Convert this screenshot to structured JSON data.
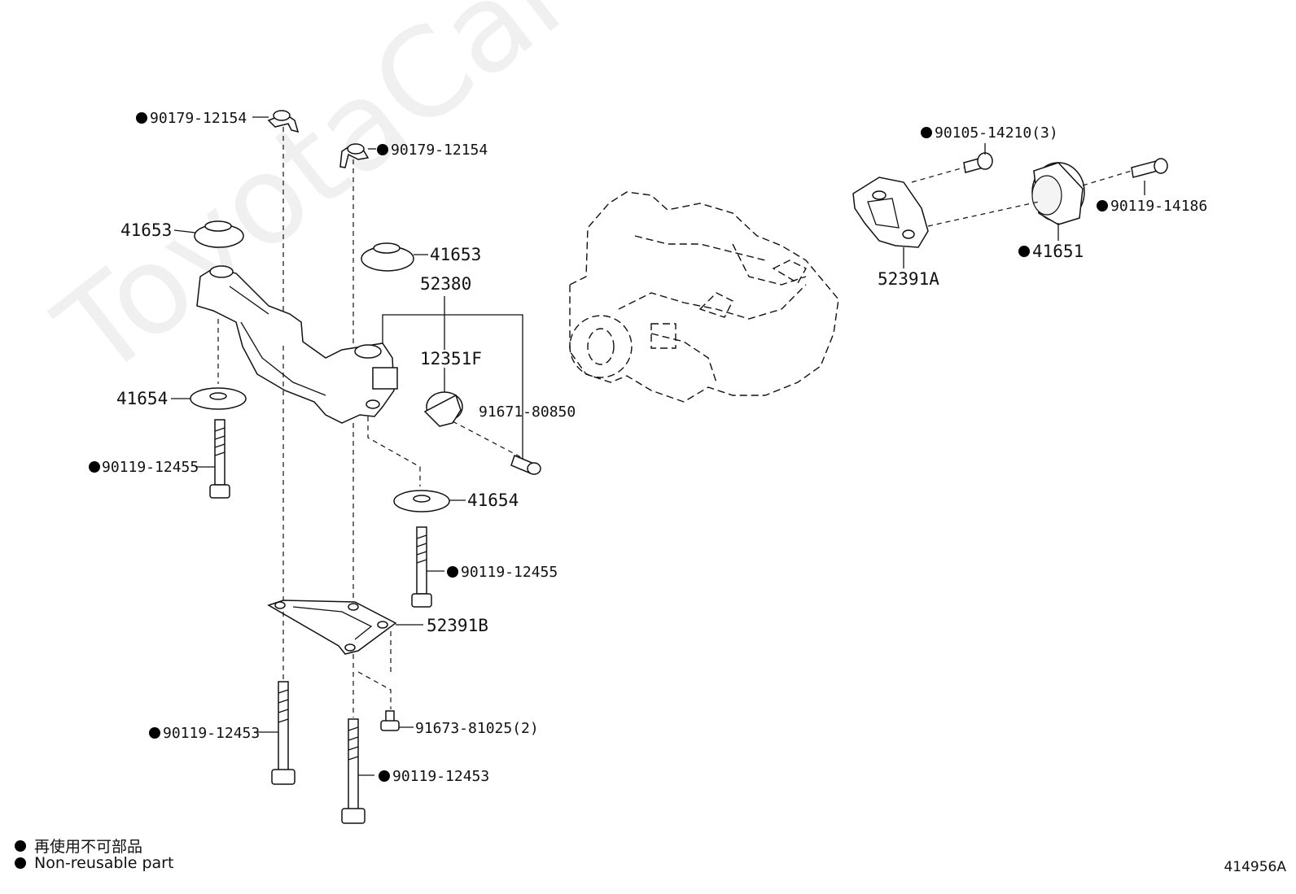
{
  "watermark": "ToyotaCarMirror.ru",
  "diagram_id": "414956A",
  "legend": {
    "line1": "再使用不可部品",
    "line2": "Non-reusable part"
  },
  "labels": {
    "p_90179_a": "90179-12154",
    "p_90179_b": "90179-12154",
    "p_41653_a": "41653",
    "p_41653_b": "41653",
    "p_52380": "52380",
    "p_12351F": "12351F",
    "p_41654_a": "41654",
    "p_41654_b": "41654",
    "p_91671": "91671-80850",
    "p_90119_12455_a": "90119-12455",
    "p_90119_12455_b": "90119-12455",
    "p_52391B": "52391B",
    "p_91673": "91673-81025(2)",
    "p_90119_12453_a": "90119-12453",
    "p_90119_12453_b": "90119-12453",
    "p_90105": "90105-14210(3)",
    "p_90119_14186": "90119-14186",
    "p_41651": "41651",
    "p_52391A": "52391A"
  }
}
